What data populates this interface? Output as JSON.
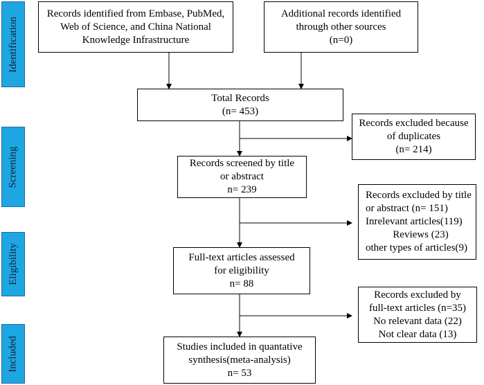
{
  "stages": [
    {
      "label": "Identification"
    },
    {
      "label": "Screening"
    },
    {
      "label": "Eligibility"
    },
    {
      "label": "Included"
    }
  ],
  "boxes": {
    "identified": {
      "lines": [
        "Records identified from Embase, PubMed,",
        "Web of Science, and China National",
        "Knowledge Infrastructure"
      ]
    },
    "additional": {
      "lines": [
        "Additional records identified",
        "through  other sources",
        "(n=0)"
      ]
    },
    "total": {
      "lines": [
        "Total Records",
        "(n= 453)"
      ]
    },
    "duplicates": {
      "lines": [
        "Records excluded because",
        "of duplicates",
        "(n= 214)"
      ]
    },
    "screened": {
      "lines": [
        "Records screened by title",
        "or abstract",
        "n= 239"
      ]
    },
    "excluded_title": {
      "lines": [
        "Records excluded by title",
        "or abstract (n= 151)",
        "Inrelevant articles(119)",
        "Reviews (23)",
        "other types of articles(9)"
      ]
    },
    "fulltext": {
      "lines": [
        "Full-text articles assessed",
        "for eligibility",
        "n= 88"
      ]
    },
    "excluded_fulltext": {
      "lines": [
        "Records excluded by",
        "full-text articles (n=35)",
        "No relevant data (22)",
        "Not clear data (13)"
      ]
    },
    "included": {
      "lines": [
        "Studies included in quantative",
        "synthesis(meta-analysis)",
        "n= 53"
      ]
    }
  }
}
